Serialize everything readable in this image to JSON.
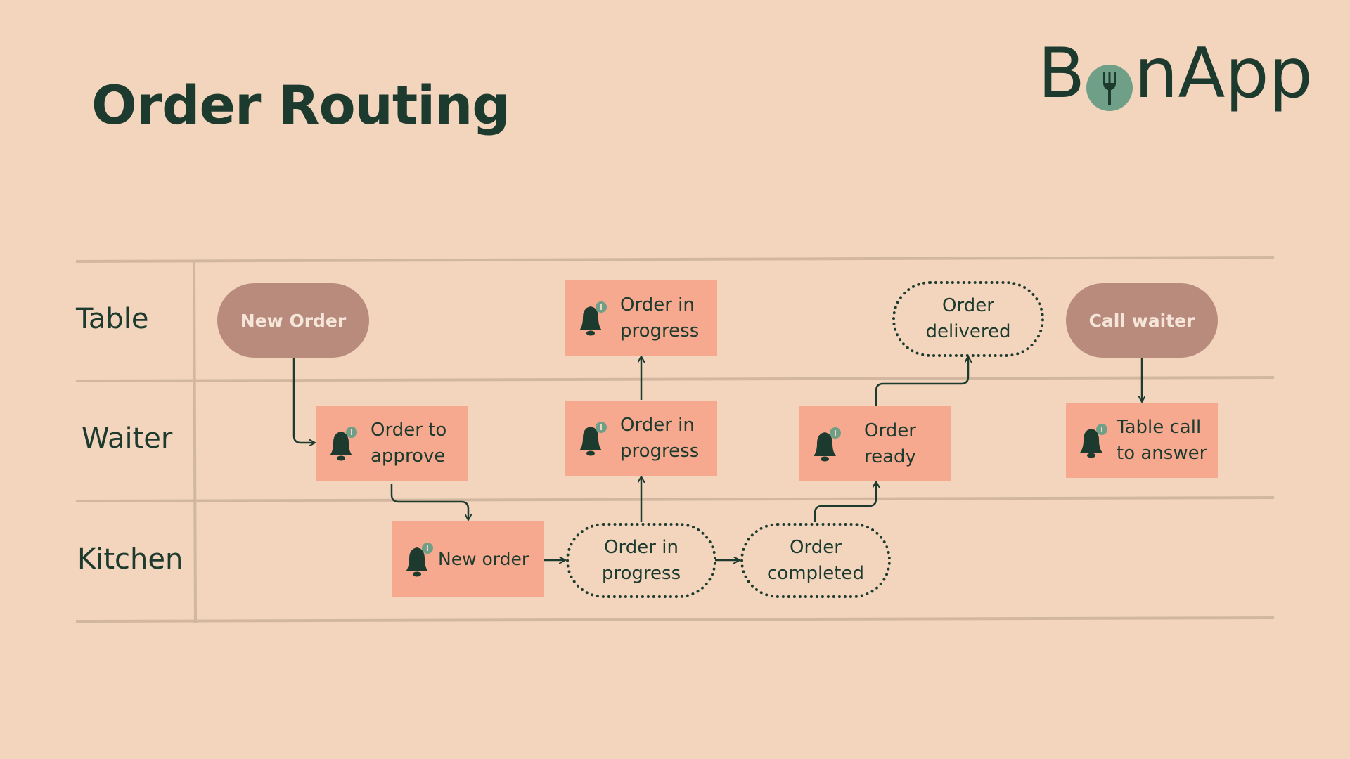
{
  "title": "Order Routing",
  "logo": {
    "text_before": "B",
    "text_after": "nApp",
    "label": "BonApp"
  },
  "lanes": [
    {
      "label": "Table"
    },
    {
      "label": "Waiter"
    },
    {
      "label": "Kitchen"
    }
  ],
  "nodes": {
    "table_new_order": "New Order",
    "table_order_in_progress_1": "Order in",
    "table_order_in_progress_2": "progress",
    "table_order_delivered_1": "Order",
    "table_order_delivered_2": "delivered",
    "table_call_waiter": "Call waiter",
    "waiter_order_to_approve_1": "Order to",
    "waiter_order_to_approve_2": "approve",
    "waiter_order_in_progress_1": "Order in",
    "waiter_order_in_progress_2": "progress",
    "waiter_order_ready_1": "Order",
    "waiter_order_ready_2": "ready",
    "waiter_table_call_1": "Table call",
    "waiter_table_call_2": "to answer",
    "kitchen_new_order": "New order",
    "kitchen_order_in_progress_1": "Order in",
    "kitchen_order_in_progress_2": "progress",
    "kitchen_order_completed_1": "Order",
    "kitchen_order_completed_2": "completed"
  },
  "colors": {
    "background": "#f2d5bc",
    "text": "#1c3a2e",
    "pill": "#b98b7d",
    "notification_box": "#f6a98f",
    "badge": "#6f9f86",
    "grid_line": "#d2b7a0"
  },
  "icons": {
    "notification": "bell-with-badge-icon"
  }
}
